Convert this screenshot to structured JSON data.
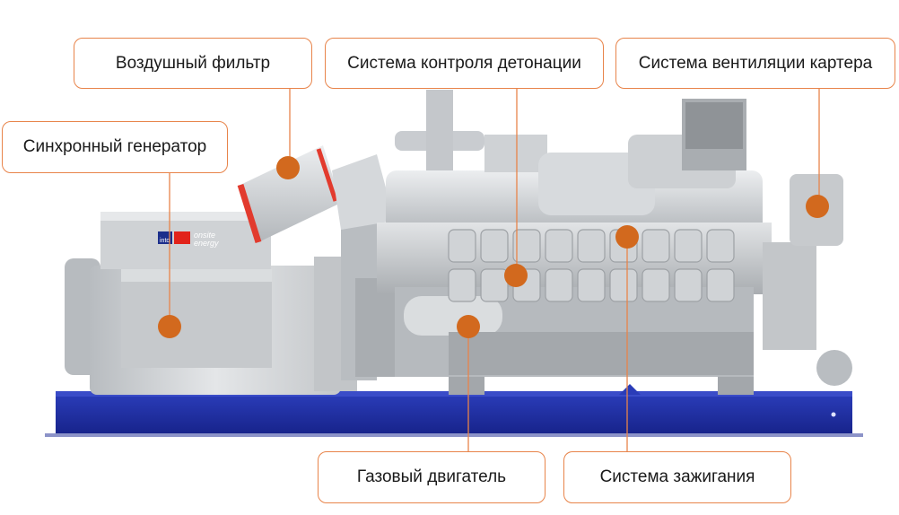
{
  "callouts": {
    "air_filter": "Воздушный фильтр",
    "knock_control": "Система контроля детонации",
    "crankcase_ventilation": "Система вентиляции картера",
    "generator": "Синхронный генератор",
    "gas_engine": "Газовый двигатель",
    "ignition": "Система зажигания"
  },
  "brand": {
    "logo_prefix": "into",
    "logo_text": "onsite energy"
  },
  "colors": {
    "accent": "#e8844a",
    "marker": "#d2691e",
    "frame": "#1f2f9e",
    "engine": "#c9cccf",
    "generator": "#d7dadd"
  }
}
